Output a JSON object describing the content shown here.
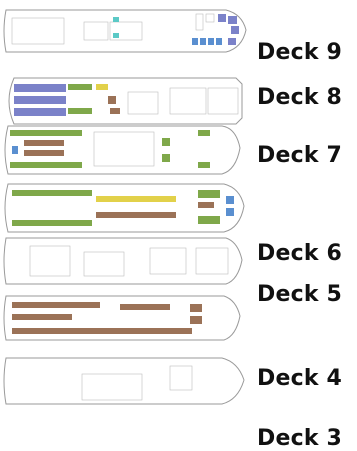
{
  "colors": {
    "hull_stroke": "#9a9a9a",
    "hull_fill": "#ffffff",
    "cabin_purple": "#7b82c9",
    "cabin_green": "#7fa84a",
    "cabin_yellow": "#e2d14a",
    "cabin_brown": "#9b7257",
    "cabin_blue": "#5a8fd0",
    "accent_teal": "#5bc9c6",
    "label_text": "#111111"
  },
  "decks": [
    {
      "label": "Deck 9"
    },
    {
      "label": "Deck 8"
    },
    {
      "label": "Deck 7"
    },
    {
      "label": "Deck 6"
    },
    {
      "label": "Deck 5"
    },
    {
      "label": "Deck 4"
    },
    {
      "label": "Deck 3"
    }
  ]
}
